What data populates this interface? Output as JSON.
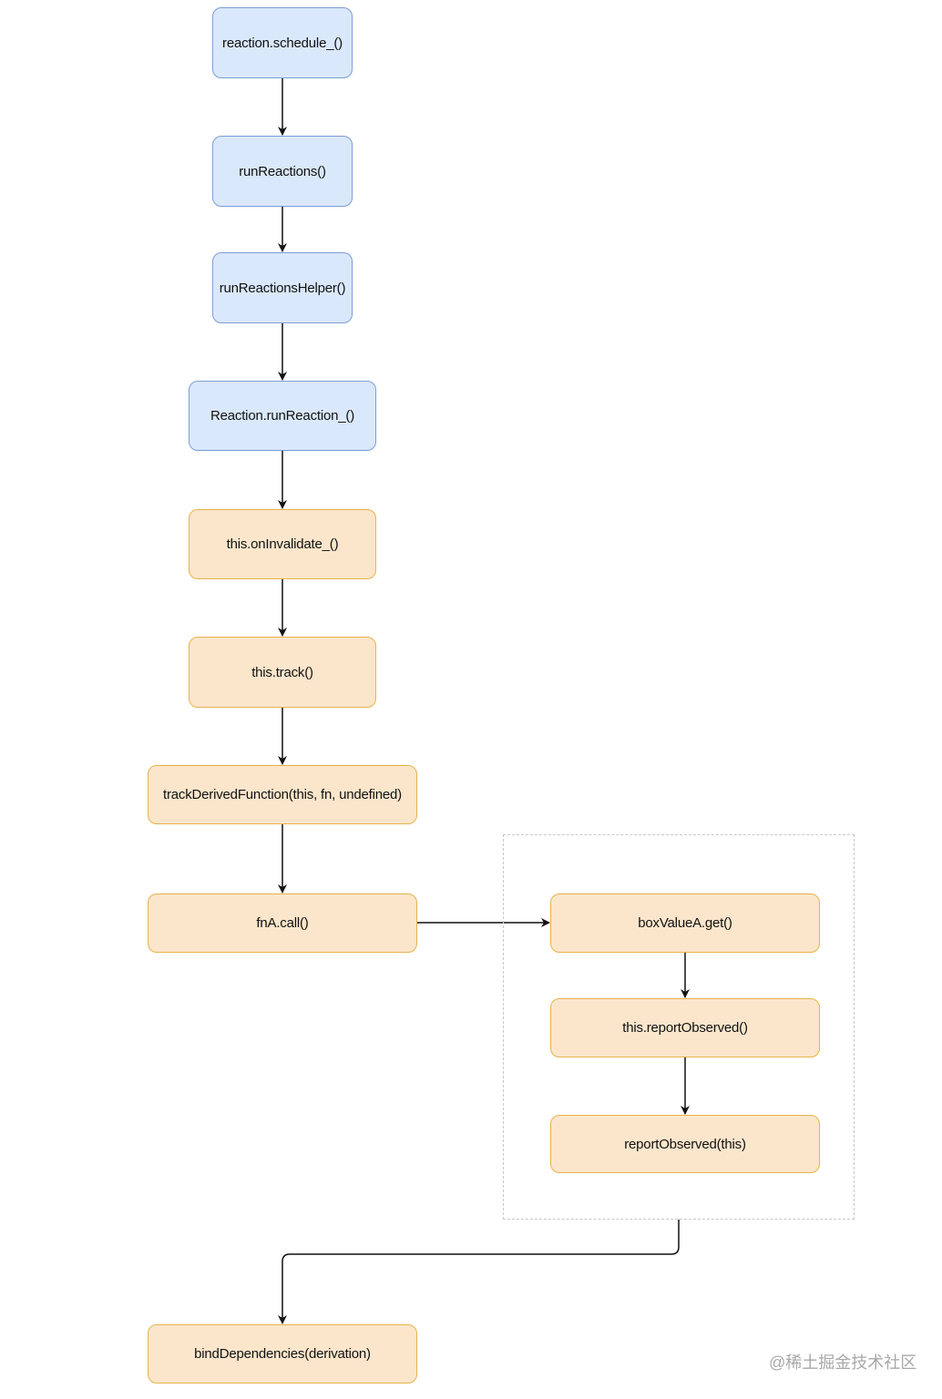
{
  "diagram": {
    "type": "flowchart",
    "nodes": [
      {
        "id": "n1",
        "label": "reaction.schedule_()",
        "style": "blue"
      },
      {
        "id": "n2",
        "label": "runReactions()",
        "style": "blue"
      },
      {
        "id": "n3",
        "label": "runReactionsHelper()",
        "style": "blue"
      },
      {
        "id": "n4",
        "label": "Reaction.runReaction_()",
        "style": "blue"
      },
      {
        "id": "n5",
        "label": "this.onInvalidate_()",
        "style": "orange"
      },
      {
        "id": "n6",
        "label": "this.track()",
        "style": "orange"
      },
      {
        "id": "n7",
        "label": "trackDerivedFunction(this, fn, undefined)",
        "style": "orange"
      },
      {
        "id": "n8",
        "label": "fnA.call()",
        "style": "orange"
      },
      {
        "id": "n9",
        "label": "boxValueA.get()",
        "style": "orange"
      },
      {
        "id": "n10",
        "label": "this.reportObserved()",
        "style": "orange"
      },
      {
        "id": "n11",
        "label": "reportObserved(this)",
        "style": "orange"
      },
      {
        "id": "n12",
        "label": "bindDependencies(derivation)",
        "style": "orange"
      }
    ],
    "edges": [
      {
        "from": "n1",
        "to": "n2"
      },
      {
        "from": "n2",
        "to": "n3"
      },
      {
        "from": "n3",
        "to": "n4"
      },
      {
        "from": "n4",
        "to": "n5"
      },
      {
        "from": "n5",
        "to": "n6"
      },
      {
        "from": "n6",
        "to": "n7"
      },
      {
        "from": "n7",
        "to": "n8"
      },
      {
        "from": "n8",
        "to": "n9"
      },
      {
        "from": "n9",
        "to": "n10"
      },
      {
        "from": "n10",
        "to": "n11"
      },
      {
        "from": "group-get",
        "to": "n12"
      }
    ],
    "groups": [
      {
        "id": "group-get",
        "members": [
          "n9",
          "n10",
          "n11"
        ],
        "border": "dashed"
      }
    ],
    "colors": {
      "blue_fill": "#dae8fc",
      "blue_border": "#7b9ed6",
      "orange_fill": "#fbe6cc",
      "orange_border": "#e8b24a",
      "edge": "#111111"
    }
  },
  "watermark": "@稀土掘金技术社区"
}
